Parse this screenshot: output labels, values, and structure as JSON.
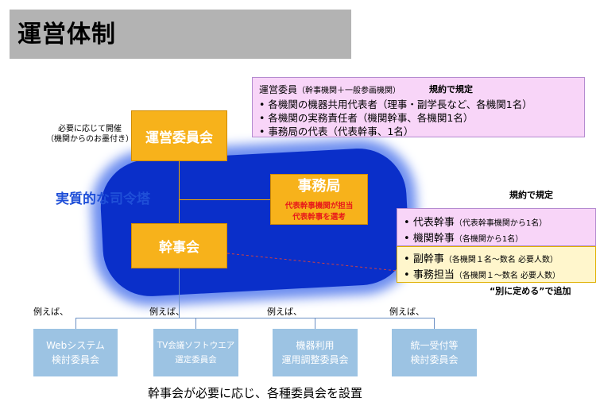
{
  "title": "運営体制",
  "note_left": [
    "必要に応じて開催",
    "（機関からのお墨付き）"
  ],
  "steering": {
    "label": "運営委員会"
  },
  "secretariat": {
    "label": "事務局",
    "sub1": "代表幹事機関が担当",
    "sub2": "代表幹事を選考"
  },
  "executive": {
    "label": "幹事会"
  },
  "command_tower": "実質的な司令塔",
  "committee_info": {
    "heading": "運営委員",
    "heading_note": "（幹事機関＋一般参画機関）",
    "rule_label": "規約で規定",
    "items": [
      "各機関の機器共用代表者（理事・副学長など、各機関1名）",
      "各機関の実務責任者（機関幹事、各機関1名）",
      "事務局の代表（代表幹事、1名）"
    ]
  },
  "exec_info": {
    "rule_label": "規約で規定",
    "items": [
      {
        "main": "代表幹事",
        "note": "（代表幹事機関から1名）"
      },
      {
        "main": "機関幹事",
        "note": "（各機関から1名）"
      }
    ],
    "extra_items": [
      {
        "main": "副幹事",
        "note": "（各機関１名～数名 必要人数）"
      },
      {
        "main": "事務担当",
        "note": "（各機関１～数名 必要人数）"
      }
    ],
    "extra_note": "“別に定める”で追加"
  },
  "example_label": "例えば、",
  "committees": [
    {
      "line1": "Webシステム",
      "line2": "検討委員会"
    },
    {
      "line1": "TV会議ソフトウエア",
      "line2": "選定委員会"
    },
    {
      "line1": "機器利用",
      "line2": "運用調整委員会"
    },
    {
      "line1": "統一受付等",
      "line2": "検討委員会"
    }
  ],
  "footer": "幹事会が必要に応じ、各種委員会を設置"
}
